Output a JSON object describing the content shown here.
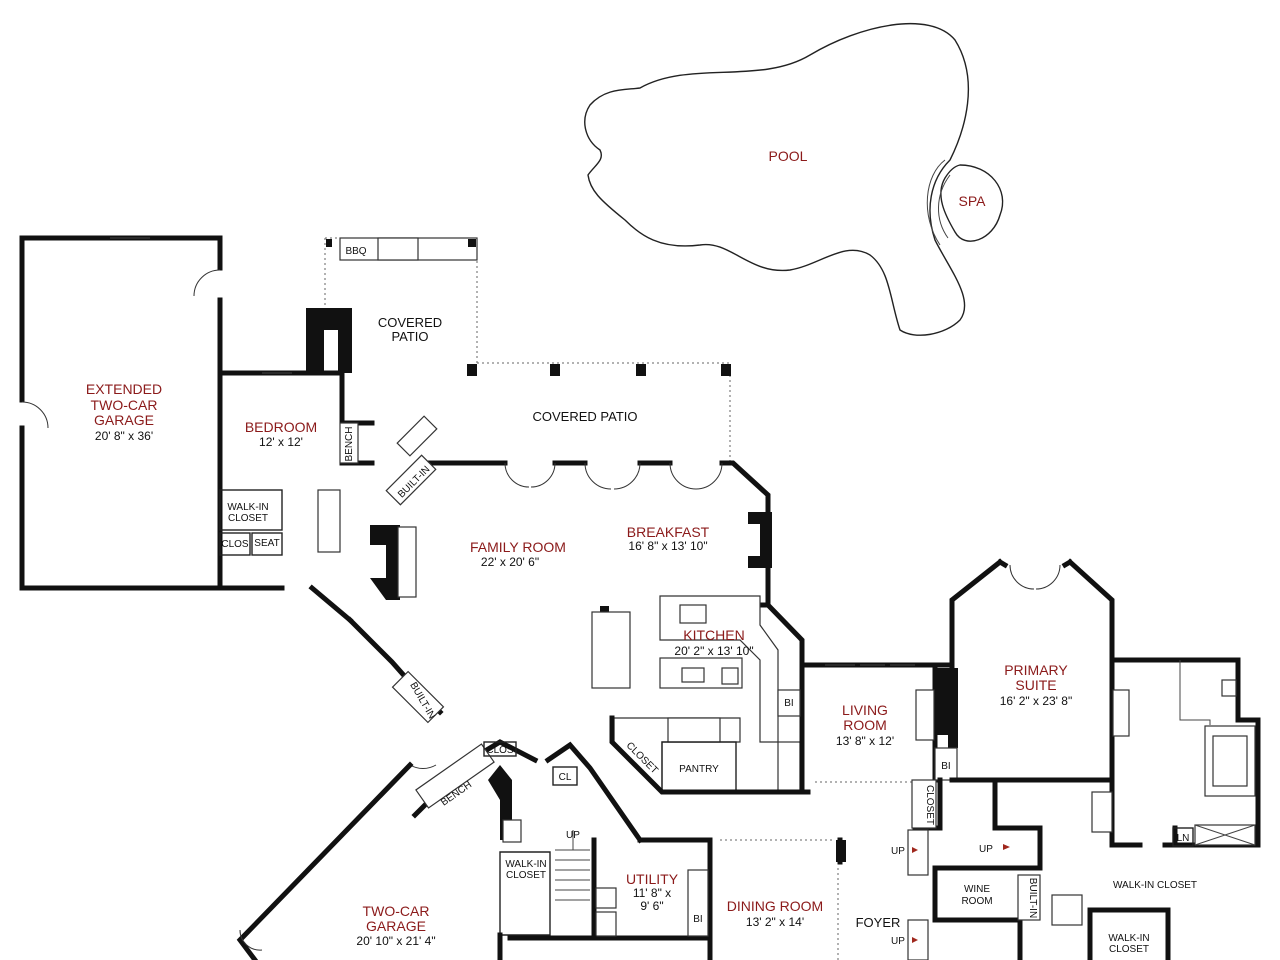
{
  "rooms": {
    "pool": "POOL",
    "spa": "SPA",
    "extended_garage": {
      "name_line1": "EXTENDED",
      "name_line2": "TWO-CAR",
      "name_line3": "GARAGE",
      "dim": "20' 8\" x 36'"
    },
    "bedroom": {
      "name": "BEDROOM",
      "dim": "12' x 12'"
    },
    "covered_patio_upper": {
      "line1": "COVERED",
      "line2": "PATIO"
    },
    "covered_patio_lower": "COVERED PATIO",
    "family_room": {
      "name": "FAMILY ROOM",
      "dim": "22' x 20' 6\""
    },
    "breakfast": {
      "name": "BREAKFAST",
      "dim": "16' 8\" x 13' 10\""
    },
    "kitchen": {
      "name": "KITCHEN",
      "dim": "20' 2\" x 13' 10\""
    },
    "living_room": {
      "line1": "LIVING",
      "line2": "ROOM",
      "dim": "13' 8\" x 12'"
    },
    "primary_suite": {
      "line1": "PRIMARY",
      "line2": "SUITE",
      "dim": "16' 2\" x 23' 8\""
    },
    "two_car_garage": {
      "line1": "TWO-CAR",
      "line2": "GARAGE",
      "dim": "20' 10\" x 21' 4\""
    },
    "utility": {
      "name": "UTILITY",
      "dim1": "11' 8\" x",
      "dim2": "9' 6\""
    },
    "dining_room": {
      "name": "DINING ROOM",
      "dim": "13' 2\" x 14'"
    },
    "foyer": "FOYER",
    "wine_room": {
      "line1": "WINE",
      "line2": "ROOM"
    }
  },
  "labels": {
    "bbq": "BBQ",
    "bench_1": "BENCH",
    "bench_2": "BENCH",
    "built_in_1": "BUILT-IN",
    "built_in_2": "BUILT-IN",
    "built_in_3": "BUILT-IN",
    "walk_in_closet_bed_1": "WALK-IN",
    "walk_in_closet_bed_2": "CLOSET",
    "clos_1": "CLOS",
    "clos_2": "CLOS",
    "seat": "SEAT",
    "closet_kitchen": "CLOSET",
    "pantry": "PANTRY",
    "bi_1": "BI",
    "bi_2": "BI",
    "bi_3": "BI",
    "closet_foyer": "CLOSET",
    "cl": "CL",
    "walk_in_closet_util_1": "WALK-IN",
    "walk_in_closet_util_2": "CLOSET",
    "walk_in_closet_primary": "WALK-IN CLOSET",
    "walk_in_closet_lower_1": "WALK-IN",
    "walk_in_closet_lower_2": "CLOSET",
    "ln": "LN",
    "up_1": "UP",
    "up_2": "UP",
    "up_3": "UP",
    "up_4": "UP"
  }
}
